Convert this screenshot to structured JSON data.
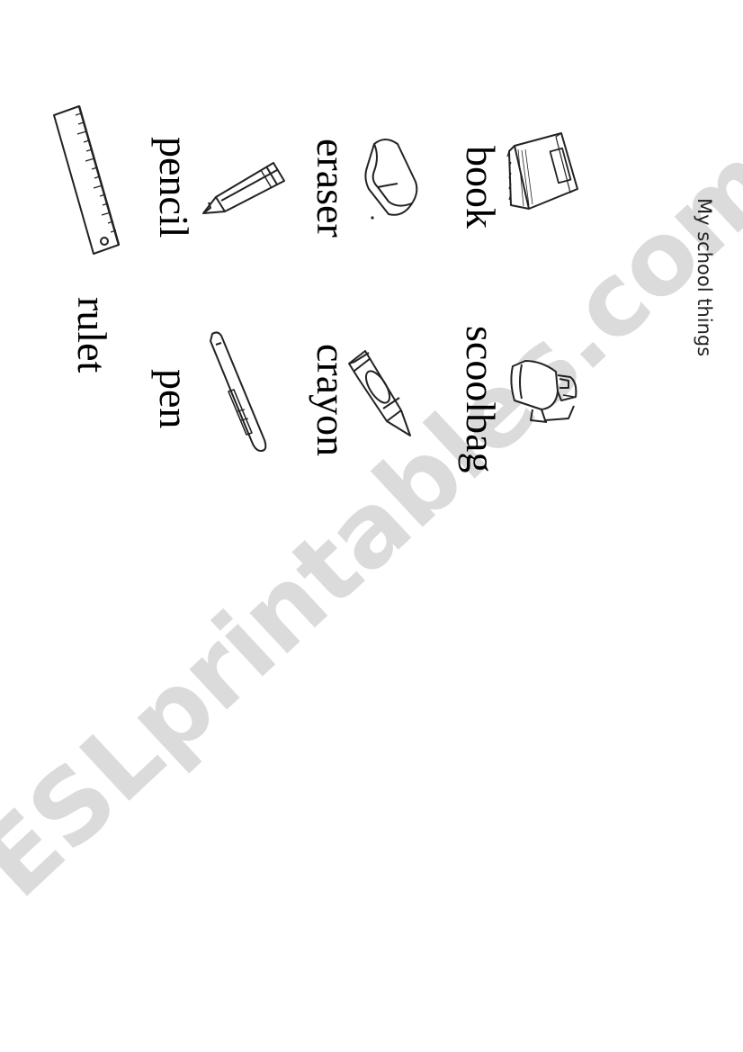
{
  "title": "My school things",
  "items": [
    {
      "label": "book",
      "icon": "book-icon"
    },
    {
      "label": "scoolbag",
      "icon": "schoolbag-icon"
    },
    {
      "label": "eraser",
      "icon": "eraser-icon"
    },
    {
      "label": "crayon",
      "icon": "crayon-icon"
    },
    {
      "label": "pencil",
      "icon": "pencil-icon"
    },
    {
      "label": "pen",
      "icon": "pen-icon"
    },
    {
      "label": "rulet",
      "icon": "ruler-icon"
    }
  ],
  "watermark": "ESLprintables.com"
}
